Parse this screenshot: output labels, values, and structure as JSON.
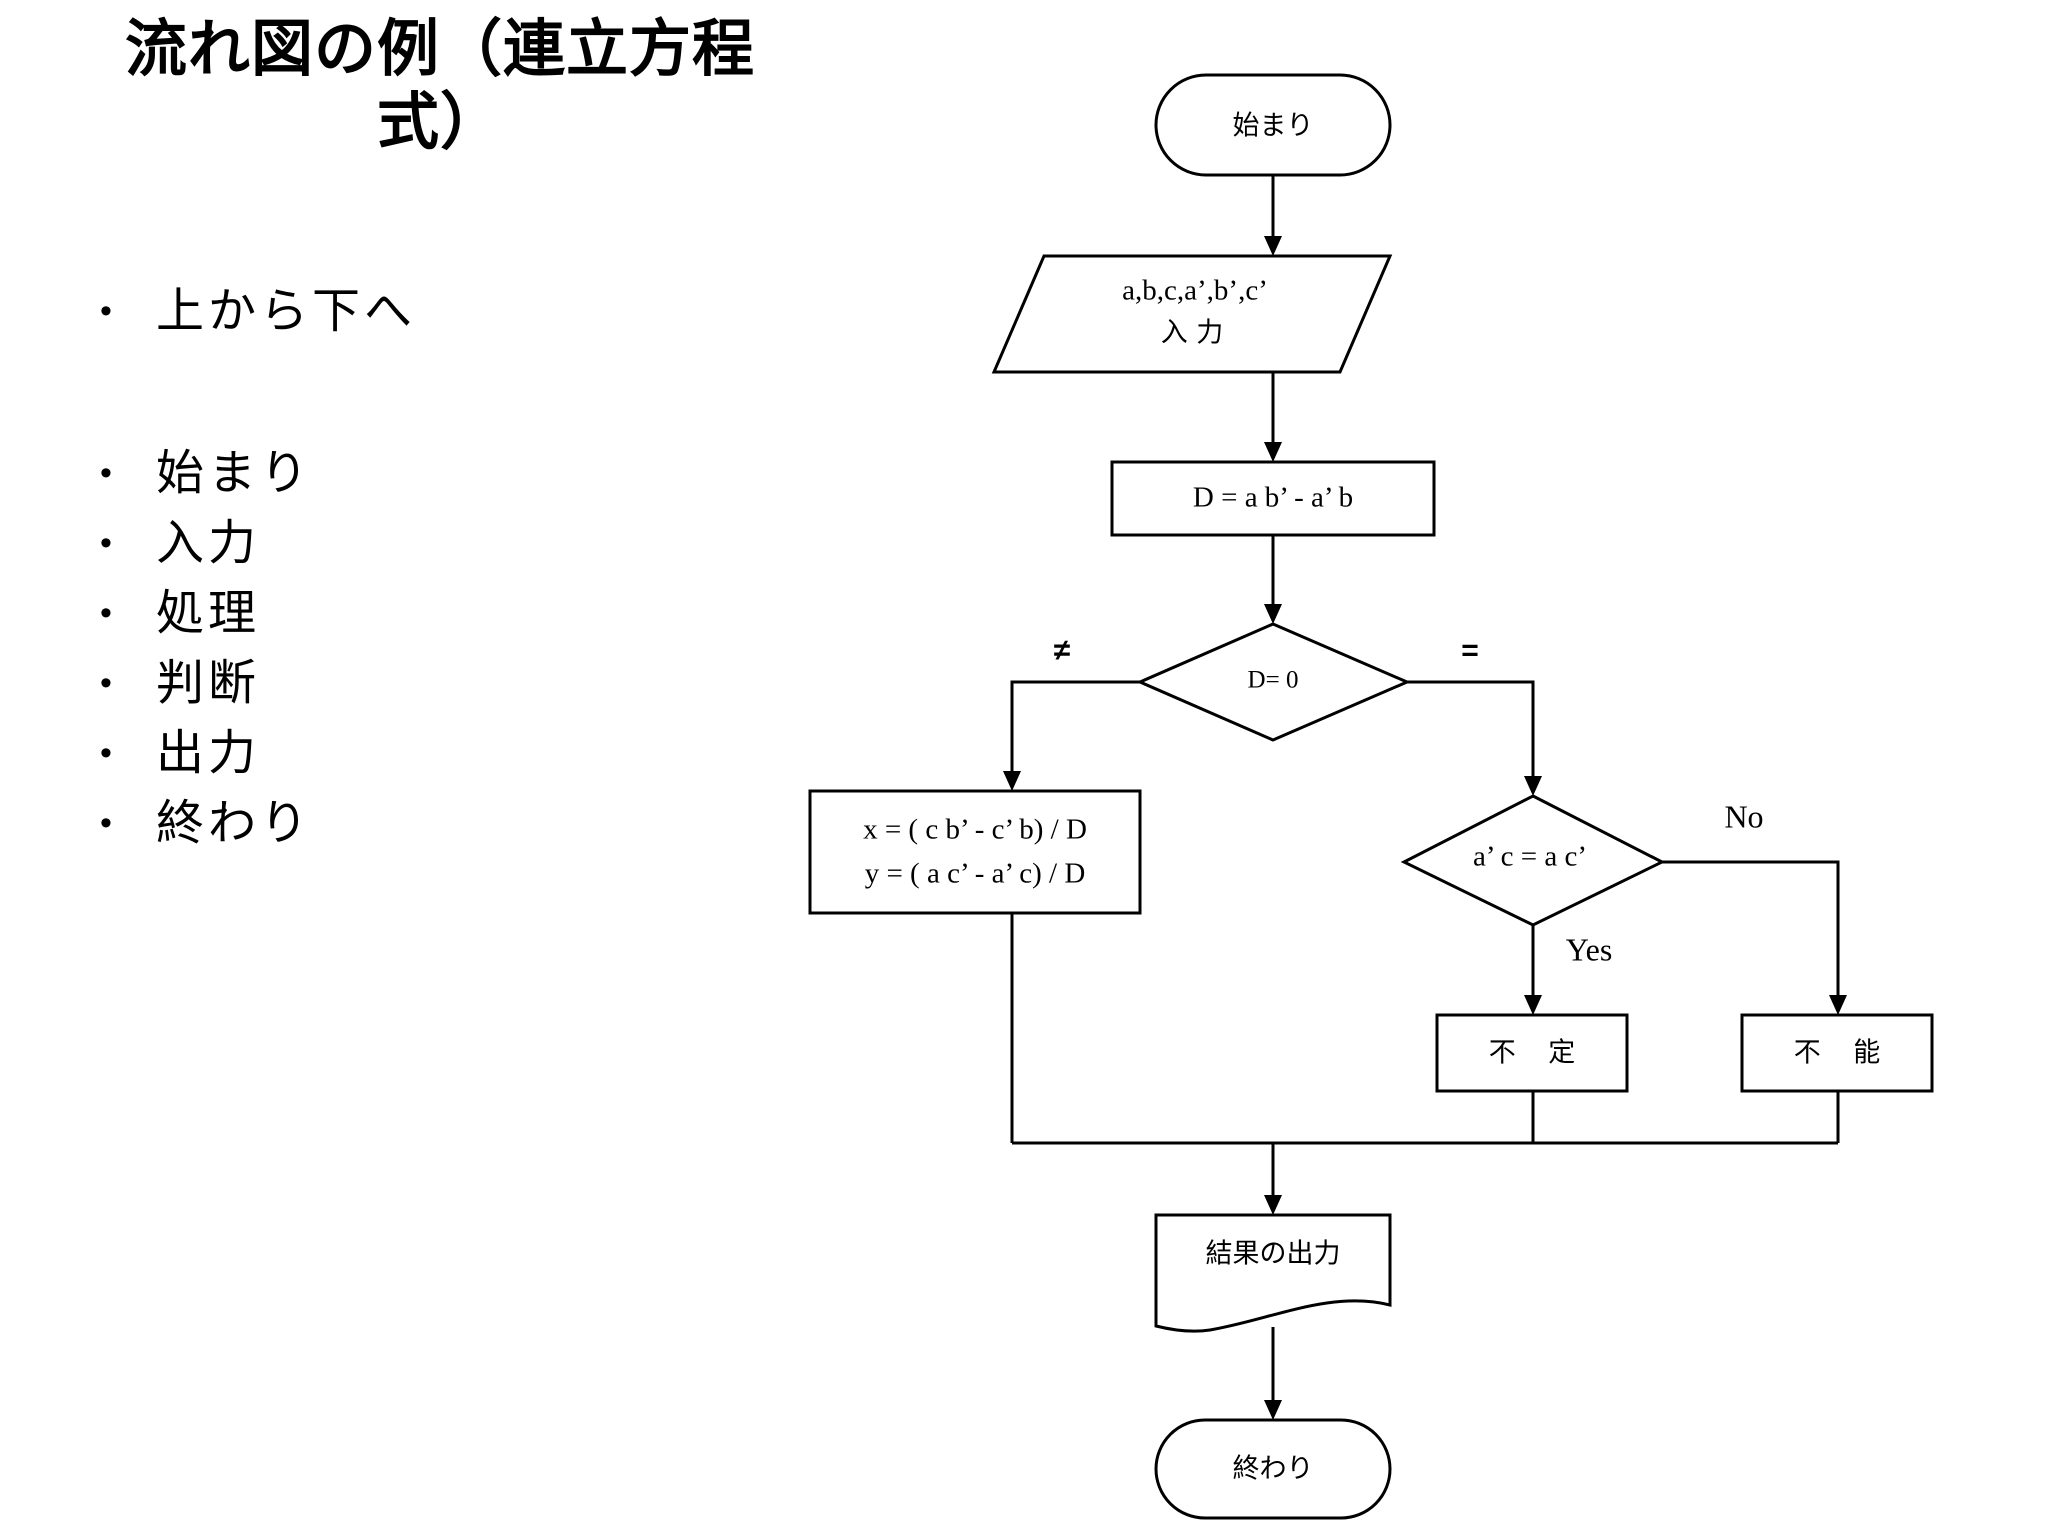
{
  "slide": {
    "title": "流れ図の例（連立方程\n式）",
    "bullets": [
      {
        "marker": "•",
        "label": "上から下へ"
      },
      {
        "marker": "•",
        "label": "始まり"
      },
      {
        "marker": "•",
        "label": "入力"
      },
      {
        "marker": "•",
        "label": "処理"
      },
      {
        "marker": "•",
        "label": "判断"
      },
      {
        "marker": "•",
        "label": "出力"
      },
      {
        "marker": "•",
        "label": "終わり"
      }
    ]
  },
  "flowchart": {
    "nodes": {
      "start": {
        "label": "始まり",
        "shape": "terminator"
      },
      "input": {
        "line1": "a,b,c,a’,b’,c’",
        "line2": "入 力",
        "shape": "parallelogram"
      },
      "compute_d": {
        "label": "D = a b’ -  a’ b",
        "shape": "process"
      },
      "decision_d": {
        "label": "D= 0",
        "shape": "decision"
      },
      "solve_xy": {
        "line1": "x = ( c b’ -   c’ b) / D",
        "line2": "y = ( a c’ -  a’ c) / D",
        "shape": "process"
      },
      "decision_ac": {
        "label": "a’ c = a c’",
        "shape": "decision"
      },
      "indeterminate": {
        "label": "不 定",
        "shape": "process"
      },
      "impossible": {
        "label": "不 能",
        "shape": "process"
      },
      "output": {
        "label": "結果の出力",
        "shape": "document"
      },
      "end": {
        "label": "終わり",
        "shape": "terminator"
      }
    },
    "edge_labels": {
      "not_equal": "≠",
      "equal": "=",
      "yes": "Yes",
      "no": "No"
    },
    "colors": {
      "stroke": "#000000",
      "fill": "#ffffff",
      "text": "#000000"
    }
  }
}
